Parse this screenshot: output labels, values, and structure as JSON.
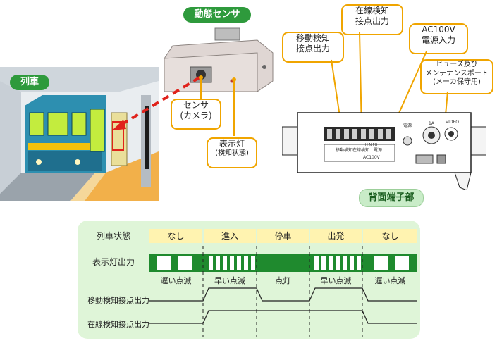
{
  "train_label": "列車",
  "sensor_label": "動態センサ",
  "terminal_label": "背面端子部",
  "callouts": {
    "sensor_camera": [
      "センサ",
      "(カメラ)"
    ],
    "indicator": [
      "表示灯",
      "(検知状態)"
    ],
    "zaisen": [
      "在線検知",
      "接点出力"
    ],
    "idou": [
      "移動検知",
      "接点出力"
    ],
    "ac": [
      "AC100V",
      "電源入力"
    ],
    "fuse": [
      "ヒューズ及び",
      "メンテナンスポート",
      "(メーカ保守用)"
    ]
  },
  "device": {
    "terminal_sublabels": [
      "移動検知",
      "在線検知",
      "電源"
    ],
    "terminal_letters": "H N FG",
    "ac_label": "AC100V",
    "fuse_label": "1A",
    "port_label": "VIDEO",
    "power_label": "電源"
  },
  "timing": {
    "row_header": "列車状態",
    "states": [
      "なし",
      "進入",
      "停車",
      "出発",
      "なし"
    ],
    "indicator_row": "表示灯出力",
    "blink_labels": [
      "遅い点滅",
      "早い点滅",
      "点灯",
      "早い点滅",
      "遅い点滅"
    ],
    "signal_rows": [
      "移動検知接点出力",
      "在線検知接点出力"
    ]
  },
  "colors": {
    "accent_green": "#2e9a3c",
    "mint": "#dff5d8",
    "callout_border": "#f0a500",
    "state_fill": "#fff3b0"
  }
}
